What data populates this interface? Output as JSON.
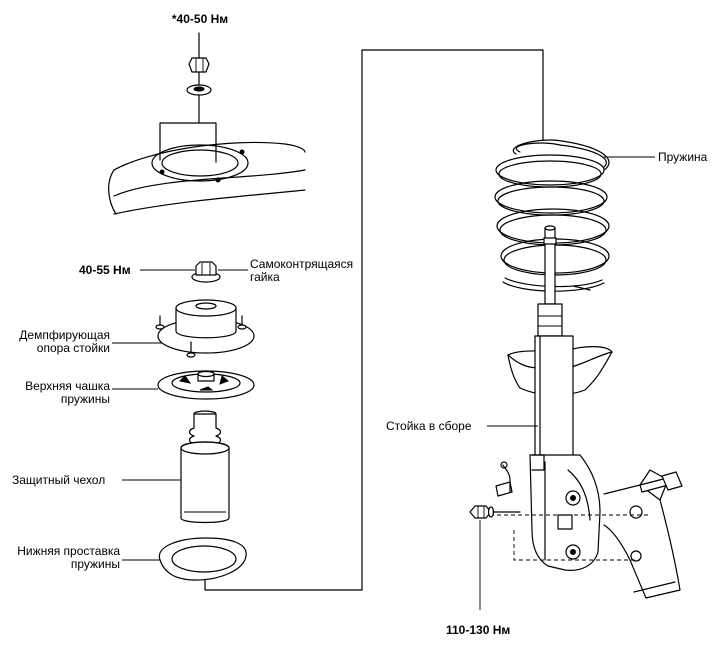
{
  "labels": {
    "torque_top": "*40-50 Нм",
    "torque_nut": "40-55 Нм",
    "self_locking_nut_line1": "Самоконтрящаяся",
    "self_locking_nut_line2": "гайка",
    "damper_mount_line1": "Демпфирующая",
    "damper_mount_line2": "опора стойки",
    "upper_seat_line1": "Верхняя чашка",
    "upper_seat_line2": "пружины",
    "dust_boot": "Защитный чехол",
    "lower_insulator_line1": "Нижняя проставка",
    "lower_insulator_line2": "пружины",
    "spring": "Пружина",
    "strut_assembly": "Стойка в сборе",
    "torque_bottom": "110-130 Нм"
  },
  "icons": {
    "top_nut": "hex-nut-icon",
    "washer": "washer-icon",
    "body_tower": "strut-tower-icon",
    "lock_nut": "self-locking-nut-icon",
    "mount": "strut-mount-icon",
    "upper_seat": "spring-seat-icon",
    "boot": "dust-boot-icon",
    "insulator": "insulator-ring-icon",
    "coil_spring": "coil-spring-icon",
    "strut": "strut-assembly-icon",
    "knuckle_bolt": "bolt-icon",
    "knuckle_nut": "hex-nut-icon"
  }
}
